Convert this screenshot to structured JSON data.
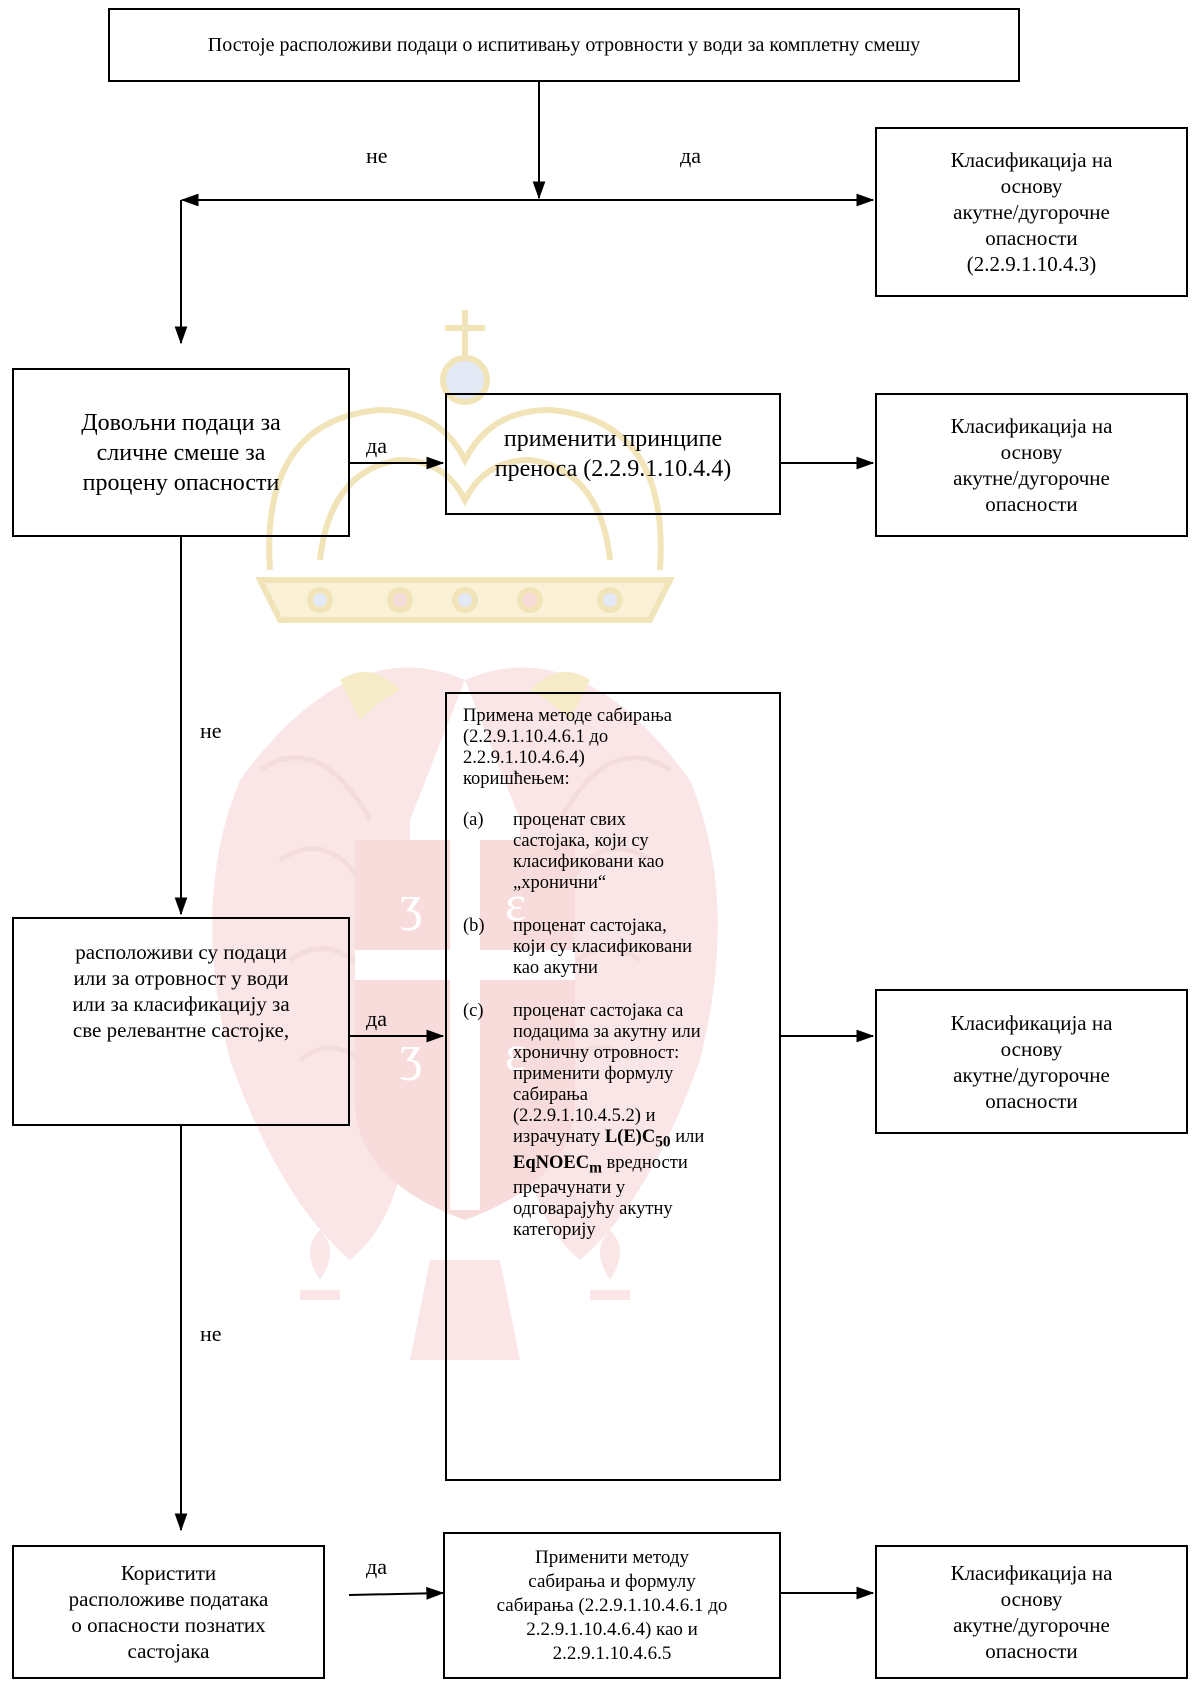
{
  "boxes": {
    "top": "Постоје расположиви подаци о испитивању отровности у води за комплетну смешу",
    "class1": [
      "Класификација на",
      "основу",
      "акутне/дугорочне",
      "опасности",
      "(2.2.9.1.10.4.3)"
    ],
    "similar": [
      "Довољни подаци за",
      "сличне смеше за",
      "процену опасности"
    ],
    "bridging": [
      "применити принципе",
      "преноса (2.2.9.1.10.4.4)"
    ],
    "class2": [
      "Класификација на",
      "основу",
      "акутне/дугорочне",
      "опасности"
    ],
    "summation": {
      "intro": [
        "Примена методе сабирања",
        "(2.2.9.1.10.4.6.1 до",
        "2.2.9.1.10.4.6.4)",
        "коришћењем:"
      ],
      "items": [
        {
          "marker": "(a)",
          "lines": [
            "проценат свих",
            "састојака, који су",
            "класификовани као",
            "„хронични“"
          ]
        },
        {
          "marker": "(b)",
          "lines": [
            "проценат састојака,",
            "који су класификовани",
            "као акутни"
          ]
        },
        {
          "marker": "(c)",
          "lines": [
            "проценат састојака са",
            "подацима за акутну или",
            "хроничну отровност:",
            "применити формулу",
            "сабирања",
            "(2.2.9.1.10.4.5.2) и",
            "израчунату"
          ],
          "lce_main": "L(E)C",
          "lce_sub": "50",
          "or": " или",
          "noec_main": "EqNOEC",
          "noec_sub": "m",
          "after": " вредности",
          "tail": [
            "прерачунати у",
            "одговарајућу акутну",
            "категорију"
          ]
        }
      ]
    },
    "components": [
      "расположиви су подаци",
      "или за отровност у води",
      "или за класификацију за",
      "све релевантне састојке,"
    ],
    "class3": [
      "Класификација на",
      "основу",
      "акутне/дугорочне",
      "опасности"
    ],
    "known": [
      "Користити",
      "расположиве података",
      "о опасности познатих",
      "састојака"
    ],
    "apply": [
      "Применити методу",
      "сабирања и формулу",
      "сабирања (2.2.9.1.10.4.6.1 до",
      "2.2.9.1.10.4.6.4) као и",
      "2.2.9.1.10.4.6.5"
    ],
    "class4": [
      "Класификација на",
      "основу",
      "акутне/дугорочне",
      "опасности"
    ]
  },
  "labels": {
    "no": "не",
    "yes": "да"
  },
  "colors": {
    "seal_gold": "#f0dc9a",
    "seal_red": "#f3c0c0",
    "seal_blue": "#cdd8ee"
  }
}
